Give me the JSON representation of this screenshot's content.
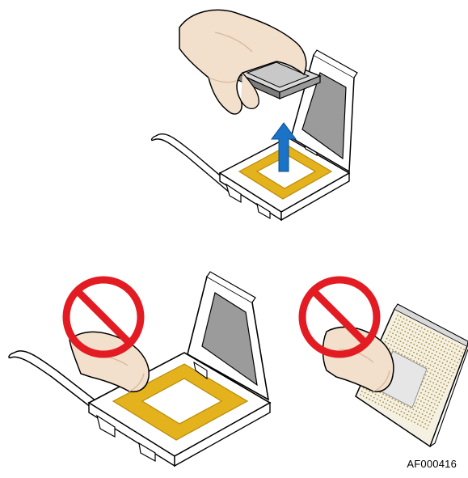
{
  "figure": {
    "id_label": "AF000416"
  },
  "panels": [
    {
      "step": "lift-processor",
      "prohibited": false
    },
    {
      "step": "do-not-touch-socket-contacts",
      "prohibited": true
    },
    {
      "step": "do-not-touch-processor-pins",
      "prohibited": true
    }
  ],
  "colors": {
    "outline": "#000000",
    "skin": "#f2dfcc",
    "skin_shade": "#d8b899",
    "socket_frame": "#ffffff",
    "socket_gold": "#e3b21c",
    "socket_gold_dark": "#b98b08",
    "lid_window": "#9b9b9b",
    "processor_top": "#c8c8c8",
    "processor_edge": "#7d7d7d",
    "lift_arrow": "#1a73c6",
    "prohibit_red": "#e31b23",
    "pin_dots": "#a88c3d"
  },
  "icons": {
    "lift_arrow": "arrow-up-icon",
    "prohibit": "prohibited-sign-icon"
  }
}
